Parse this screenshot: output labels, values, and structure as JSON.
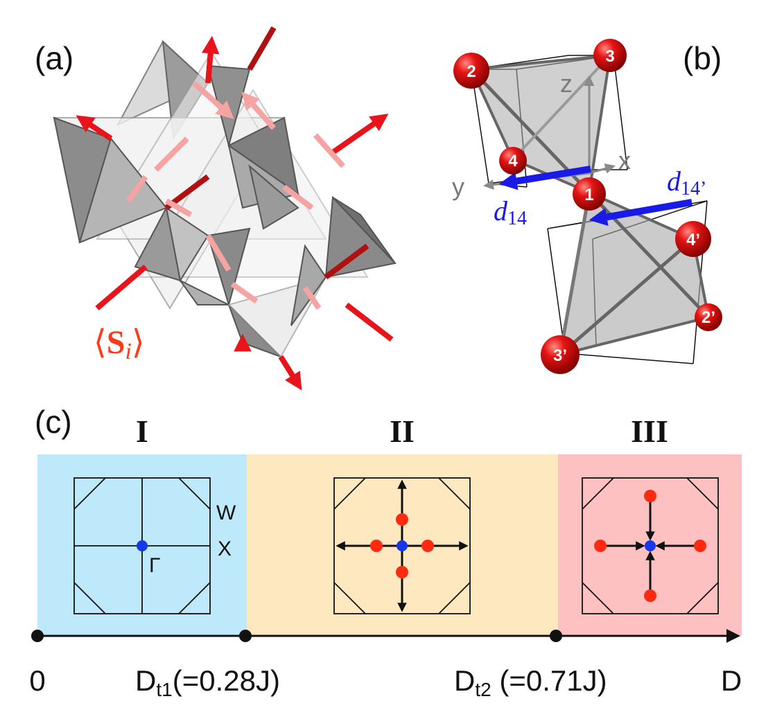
{
  "panels": {
    "a": {
      "label": "(a)",
      "spin_label": {
        "open": "⟨",
        "symbol": "S",
        "sub": "i",
        "close": "⟩"
      }
    },
    "b": {
      "label": "(b)",
      "sites": [
        "1",
        "2",
        "3",
        "4",
        "2’",
        "3’",
        "4’"
      ],
      "axes": {
        "x": "x",
        "y": "y",
        "z": "z"
      },
      "vectors": {
        "d14": {
          "symbol": "d",
          "sub": "14"
        },
        "d14p": {
          "symbol": "d",
          "sub": "14’"
        }
      }
    },
    "c": {
      "label": "(c)",
      "phases": [
        {
          "roman": "I",
          "color": "#bde9fb"
        },
        {
          "roman": "II",
          "color": "#fde8c0"
        },
        {
          "roman": "III",
          "color": "#fdc1c1"
        }
      ],
      "bz_labels": {
        "W": "W",
        "X": "X",
        "Gamma": "Γ"
      },
      "axis": {
        "origin": "0",
        "dt1": {
          "base": "D",
          "sub": "t1",
          "value": "(=0.28J)"
        },
        "dt2": {
          "base": "D",
          "sub": "t2",
          "value": " (=0.71J)"
        },
        "end": "D"
      }
    }
  },
  "colors": {
    "red_spin": "#e8141a",
    "blue_vector": "#1a1ae6",
    "gamma_point": "#1638e8",
    "minimum_point": "#ff2a10"
  }
}
